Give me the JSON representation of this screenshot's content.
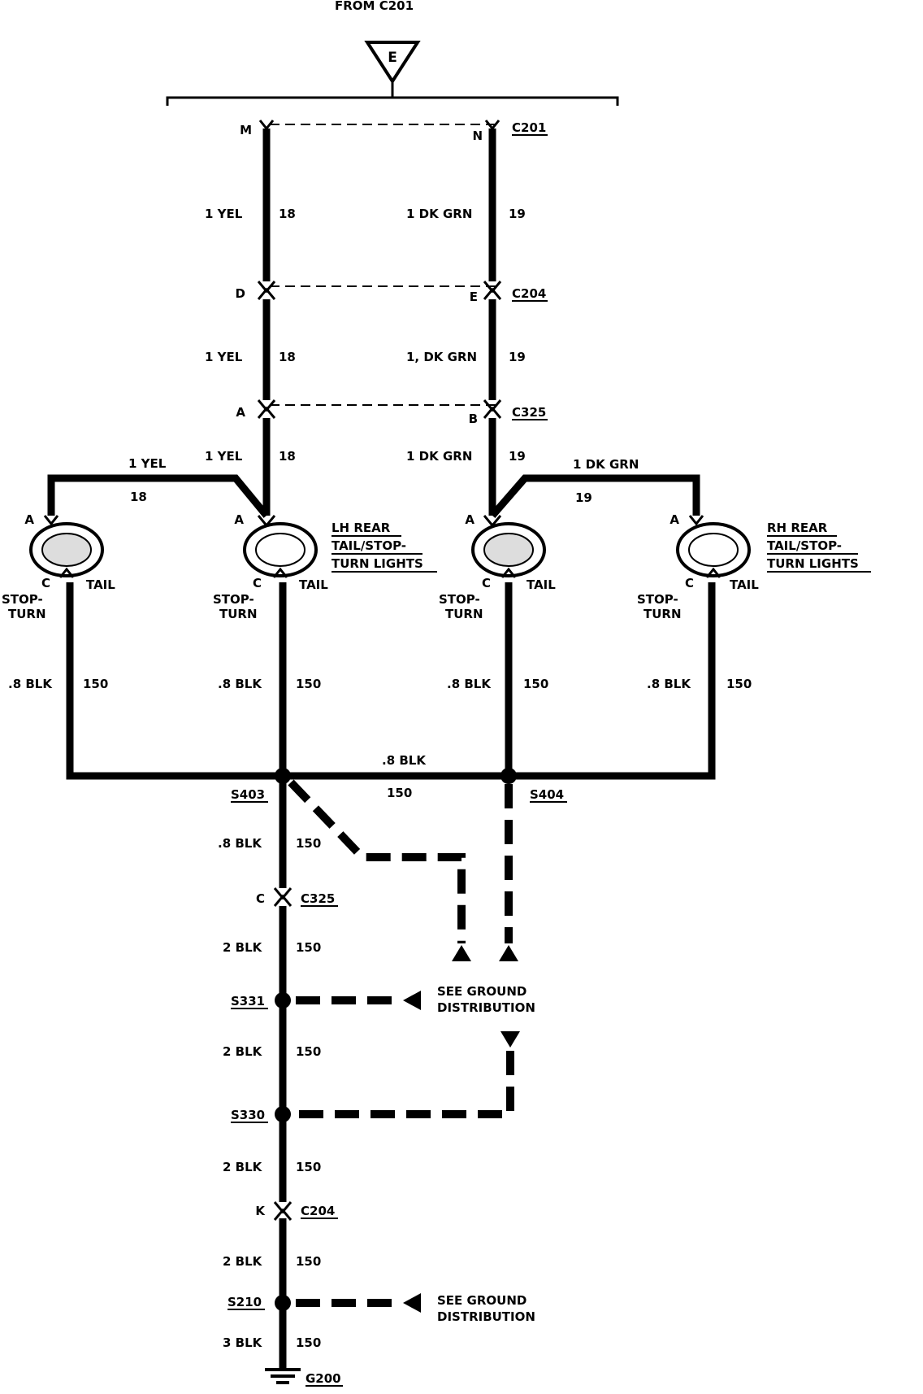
{
  "source": {
    "header": "FROM C201",
    "symbol": "E"
  },
  "connectors": {
    "c201": {
      "name": "C201",
      "left_pin": "M",
      "right_pin": "N"
    },
    "c204_top": {
      "name": "C204",
      "left_pin": "D",
      "right_pin": "E"
    },
    "c325_top": {
      "name": "C325",
      "left_pin": "A",
      "right_pin": "B"
    },
    "c325_ground": {
      "name": "C325",
      "pin": "C"
    },
    "c204_ground": {
      "name": "C204",
      "pin": "K"
    }
  },
  "wires": {
    "yel_1": {
      "label": "1 YEL",
      "circuit": "18"
    },
    "yel_2": {
      "label": "1 YEL",
      "circuit": "18"
    },
    "yel_3": {
      "label": "1 YEL",
      "circuit": "18"
    },
    "yel_branch": {
      "label": "1 YEL",
      "circuit": "18"
    },
    "grn_1": {
      "label": "1 DK GRN",
      "circuit": "19"
    },
    "grn_2": {
      "label": "1, DK GRN",
      "circuit": "19"
    },
    "grn_3": {
      "label": "1 DK GRN",
      "circuit": "19"
    },
    "grn_branch": {
      "label": "1 DK GRN",
      "circuit": "19"
    },
    "blk_lamp1": {
      "label": ".8 BLK",
      "circuit": "150"
    },
    "blk_lamp2": {
      "label": ".8 BLK",
      "circuit": "150"
    },
    "blk_lamp3": {
      "label": ".8 BLK",
      "circuit": "150"
    },
    "blk_lamp4": {
      "label": ".8 BLK",
      "circuit": "150"
    },
    "blk_bus": {
      "label": ".8 BLK",
      "circuit": "150"
    },
    "blk_s403": {
      "label": ".8 BLK",
      "circuit": "150"
    },
    "blk_c325": {
      "label": "2 BLK",
      "circuit": "150"
    },
    "blk_s331": {
      "label": "2 BLK",
      "circuit": "150"
    },
    "blk_s330": {
      "label": "2 BLK",
      "circuit": "150"
    },
    "blk_c204": {
      "label": "2 BLK",
      "circuit": "150"
    },
    "blk_s210": {
      "label": "3 BLK",
      "circuit": "150"
    }
  },
  "lamps": {
    "lamp1": {
      "pin_top": "A",
      "pin_bottom": "C",
      "left_label_1": "STOP-",
      "left_label_2": "TURN",
      "right_label": "TAIL"
    },
    "lamp2": {
      "pin_top": "A",
      "pin_bottom": "C",
      "left_label_1": "STOP-",
      "left_label_2": "TURN",
      "right_label": "TAIL"
    },
    "lamp3": {
      "pin_top": "A",
      "pin_bottom": "C",
      "left_label_1": "STOP-",
      "left_label_2": "TURN",
      "right_label": "TAIL"
    },
    "lamp4": {
      "pin_top": "A",
      "pin_bottom": "C",
      "left_label_1": "STOP-",
      "left_label_2": "TURN",
      "right_label": "TAIL"
    }
  },
  "lamp_groups": {
    "lh": {
      "line1": "LH REAR",
      "line2": "TAIL/STOP-",
      "line3": "TURN LIGHTS"
    },
    "rh": {
      "line1": "RH REAR",
      "line2": "TAIL/STOP-",
      "line3": "TURN LIGHTS"
    }
  },
  "splices": {
    "s403": "S403",
    "s404": "S404",
    "s331": "S331",
    "s330": "S330",
    "s210": "S210"
  },
  "ground": {
    "name": "G200"
  },
  "notes": {
    "ground_dist_1": {
      "line1": "SEE GROUND",
      "line2": "DISTRIBUTION"
    },
    "ground_dist_2": {
      "line1": "SEE GROUND",
      "line2": "DISTRIBUTION"
    }
  }
}
